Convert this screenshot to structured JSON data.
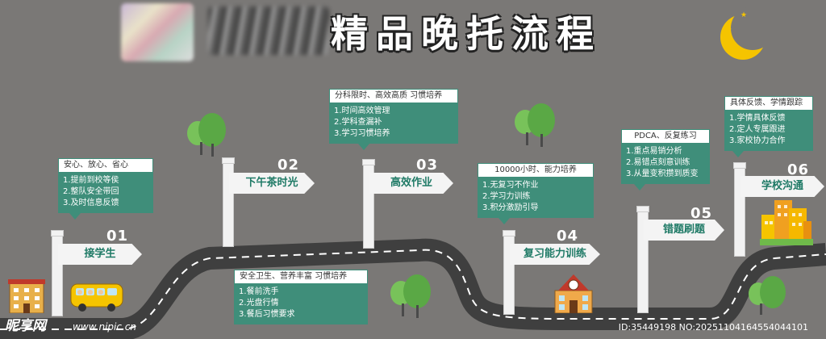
{
  "title": "精品晚托流程",
  "colors": {
    "background": "#7a7876",
    "panel": "#3f8e7a",
    "sign_text": "#1f7a66",
    "moon": "#f5c400",
    "road": "#4a4a4a"
  },
  "steps": [
    {
      "num": "01",
      "label": "接学生",
      "heading": "安心、放心、省心",
      "items": [
        "1.提前到校等侯",
        "2.整队安全带回",
        "3.及时信息反馈"
      ]
    },
    {
      "num": "02",
      "label": "下午茶时光",
      "heading": "安全卫生、营养丰富 习惯培养",
      "items": [
        "1.餐前洗手",
        "2.光盘行情",
        "3.餐后习惯要求"
      ]
    },
    {
      "num": "03",
      "label": "高效作业",
      "heading": "分科限时、高效高质 习惯培养",
      "items": [
        "1.时间高效管理",
        "2.学科查漏补",
        "3.学习习惯培养"
      ]
    },
    {
      "num": "04",
      "label": "复习能力训练",
      "heading": "10000小时、能力培养",
      "items": [
        "1.无复习不作业",
        "2.学习力训练",
        "3.积分激励引导"
      ]
    },
    {
      "num": "05",
      "label": "错题刷题",
      "heading": "PDCA、反复练习",
      "items": [
        "1.重点易销分析",
        "2.易错点刻意训练",
        "3.从量变积攒到质变"
      ]
    },
    {
      "num": "06",
      "label": "学校沟通",
      "heading": "具体反馈、学情跟踪",
      "items": [
        "1.学情具体反馈",
        "2.定人专属跟进",
        "3.家校协力合作"
      ]
    }
  ],
  "watermark": {
    "brand": "昵享网",
    "url": "www.nipic.cn",
    "id_text": "ID:35449198 NO:20251104164554044101"
  }
}
